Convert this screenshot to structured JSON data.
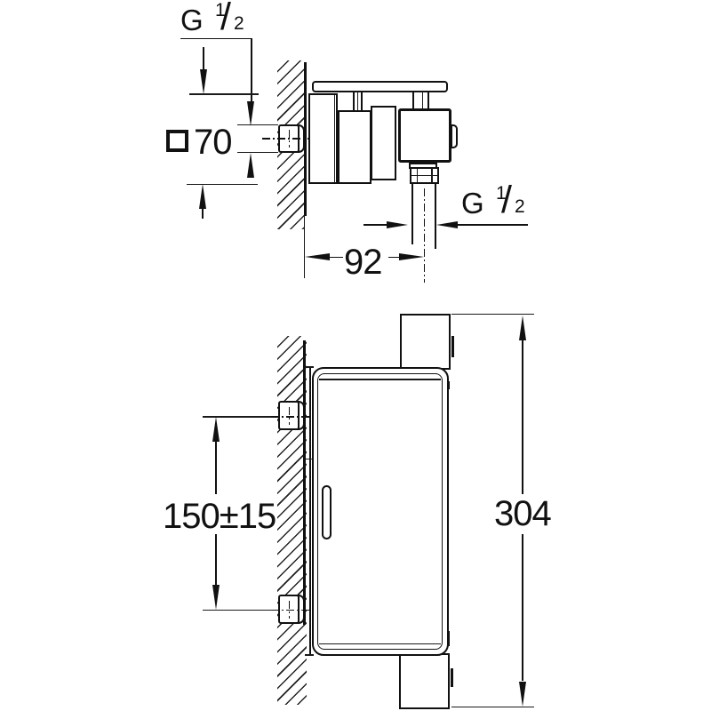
{
  "drawing": {
    "kind": "technical installation drawing, wall-mounted shower mixer, two views"
  },
  "dimensions": {
    "inlet_thread": {
      "letter": "G",
      "numerator": "1",
      "slash": "/",
      "denominator": "2"
    },
    "outlet_thread": {
      "letter": "G",
      "numerator": "1",
      "slash": "/",
      "denominator": "2"
    },
    "square_size": "70",
    "wall_to_outlet_center": "92",
    "union_center_spacing": "150±15",
    "overall_height": "304"
  },
  "symbols": {
    "square_symbol": "square-section indicator before 70"
  },
  "colors": {
    "line": "#111111",
    "background": "#ffffff"
  }
}
